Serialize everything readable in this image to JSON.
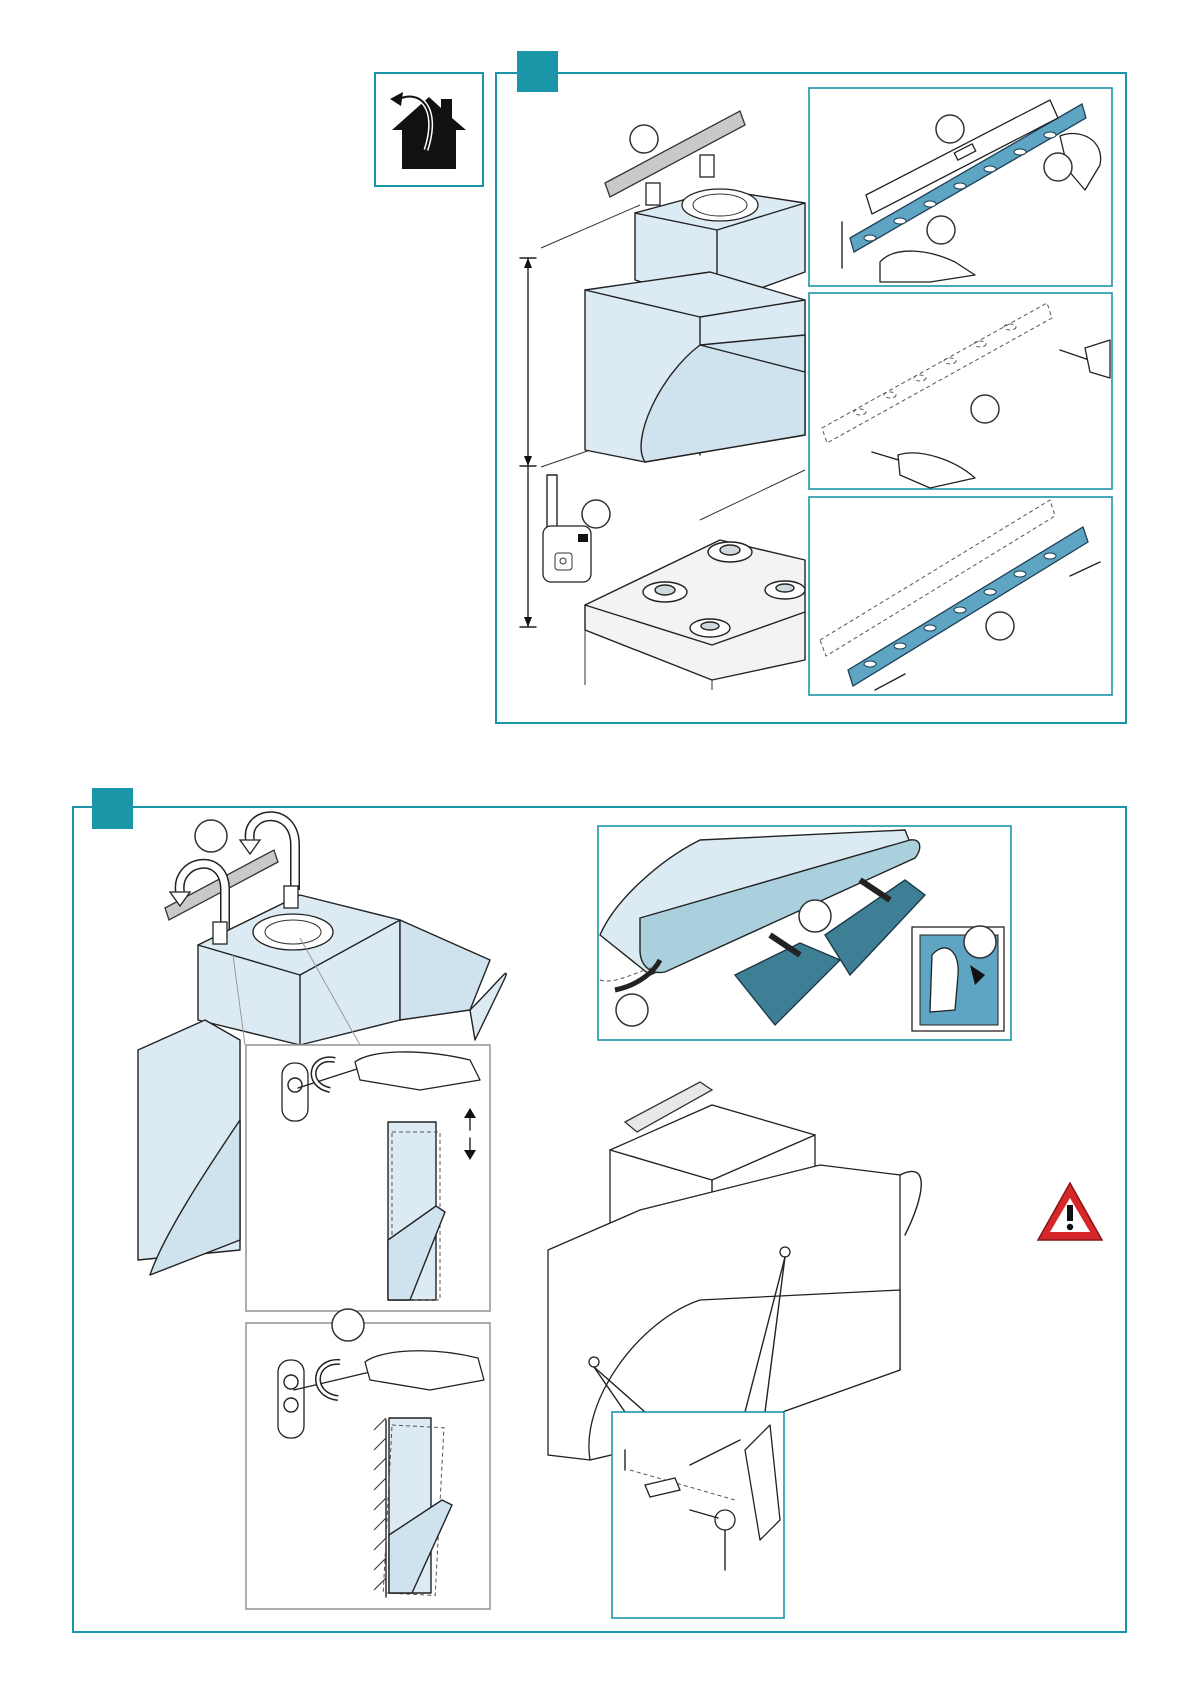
{
  "figure": {
    "icons": {
      "house": "house-rotate-icon",
      "warning": "warning-triangle-icon",
      "step_marker": "step-square-icon",
      "callout": "callout-circle-icon"
    },
    "colors": {
      "accent": "#1b95a8",
      "hood_fill": "#dcebf3",
      "bracket_fill": "#5ea4c3",
      "filter_fill": "#3e7f96",
      "warning_red": "#d6282b"
    },
    "panels": {
      "top": {
        "sub_panels": 3,
        "callouts": 6
      },
      "bottom": {
        "sub_panels": 4,
        "callouts": 5
      }
    }
  }
}
